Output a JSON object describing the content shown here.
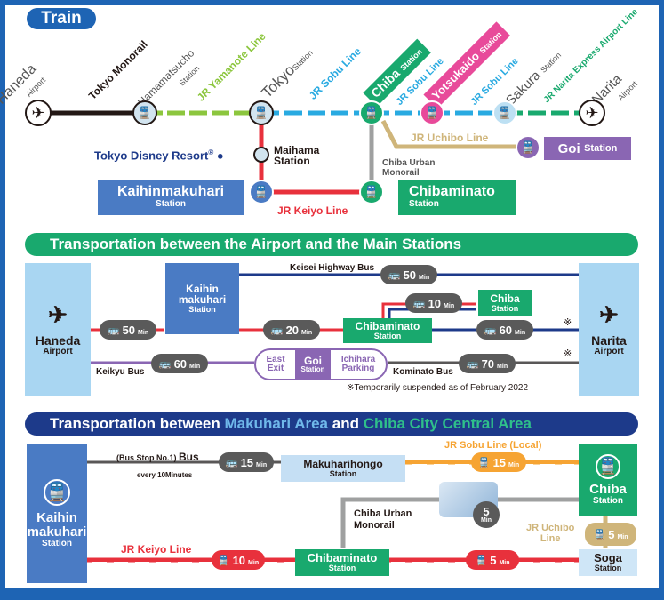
{
  "title": "Train",
  "train_map": {
    "haneda": {
      "name": "Haneda",
      "sub": "Airport"
    },
    "tokyo_monorail": "Tokyo Monorail",
    "hamamatsucho": {
      "name": "Hamamatsucho",
      "sub": "Station"
    },
    "jr_yamanote": "JR Yamanote Line",
    "tokyo": {
      "name": "Tokyo",
      "sub": "Station"
    },
    "jr_sobu_1": "JR Sobu Line",
    "chiba": {
      "name": "Chiba",
      "sub": "Station"
    },
    "jr_sobu_2": "JR Sobu Line",
    "yotsukaido": {
      "name": "Yotsukaido",
      "sub": "Station"
    },
    "jr_sobu_3": "JR Sobu Line",
    "sakura": {
      "name": "Sakura",
      "sub": "Station"
    },
    "jr_narita_express": "JR Narita Express Airport Line",
    "narita": {
      "name": "Narita",
      "sub": "Airport"
    },
    "disney": "Tokyo Disney Resort",
    "disney_mark": "®",
    "maihama": {
      "name": "Maihama",
      "sub": "Station"
    },
    "jr_uchibo": "JR Uchibo Line",
    "goi": {
      "name": "Goi",
      "sub": "Station"
    },
    "chiba_monorail": {
      "line1": "Chiba Urban",
      "line2": "Monorail"
    },
    "kaihinmakuhari": {
      "name": "Kaihinmakuhari",
      "sub": "Station"
    },
    "chibaminato": {
      "name": "Chibaminato",
      "sub": "Station"
    },
    "jr_keiyo": "JR Keiyo Line"
  },
  "section2": {
    "title": "Transportation between the Airport and the Main Stations",
    "haneda": {
      "name": "Haneda",
      "sub": "Airport"
    },
    "narita": {
      "name": "Narita",
      "sub": "Airport"
    },
    "kaihin": {
      "line1": "Kaihin",
      "line2": "makuhari",
      "sub": "Station"
    },
    "keisei": "Keisei Highway Bus",
    "chiba": {
      "name": "Chiba",
      "sub": "Station"
    },
    "chibaminato": {
      "name": "Chibaminato",
      "sub": "Station"
    },
    "east_exit": {
      "line1": "East",
      "line2": "Exit"
    },
    "goi": {
      "name": "Goi",
      "sub": "Station"
    },
    "ichihara": {
      "line1": "Ichihara",
      "line2": "Parking"
    },
    "keikyu": "Keikyu Bus",
    "kominato": "Kominato Bus",
    "mark": "※",
    "note": "※Temporarily suspended as of February 2022",
    "times": {
      "keisei": "50",
      "chiba": "10",
      "haneda_kaihin": "50",
      "kaihin_chibaminato": "20",
      "chibaminato_narita": "60",
      "keikyu": "60",
      "kominato": "70"
    },
    "min": "Min"
  },
  "section3": {
    "title_a": "Transportation between ",
    "title_b": "Makuhari Area",
    "title_c": " and ",
    "title_d": "Chiba City Central Area",
    "kaihin": {
      "line1": "Kaihin",
      "line2": "makuhari",
      "sub": "Station"
    },
    "bus_stop": "(Bus Stop No.1)",
    "bus": "Bus",
    "every": "every 10Minutes",
    "makuharihongo": {
      "name": "Makuharihongo",
      "sub": "Station"
    },
    "jr_sobu_local": "JR Sobu Line (Local)",
    "chiba": {
      "name": "Chiba",
      "sub": "Station"
    },
    "monorail": {
      "line1": "Chiba Urban",
      "line2": "Monorail"
    },
    "jr_uchibo": {
      "line1": "JR Uchibo",
      "line2": "Line"
    },
    "jr_keiyo": "JR Keiyo Line",
    "chibaminato": {
      "name": "Chibaminato",
      "sub": "Station"
    },
    "soga": {
      "name": "Soga",
      "sub": "Station"
    },
    "times": {
      "bus": "15",
      "sobu": "15",
      "monorail": "5",
      "uchibo": "5",
      "keiyo1": "10",
      "keiyo2": "5"
    },
    "min": "Min"
  },
  "colors": {
    "blue": "#1e64b4",
    "green": "#19a96e",
    "red": "#e8313c",
    "lightblue": "#29aae1",
    "lime": "#8cc63e",
    "pink": "#e84a9a",
    "orange": "#f6a433",
    "purple": "#8a66b3",
    "steelblue": "#4a7bc4",
    "navy": "#1d3a8a",
    "dark": "#595757"
  }
}
